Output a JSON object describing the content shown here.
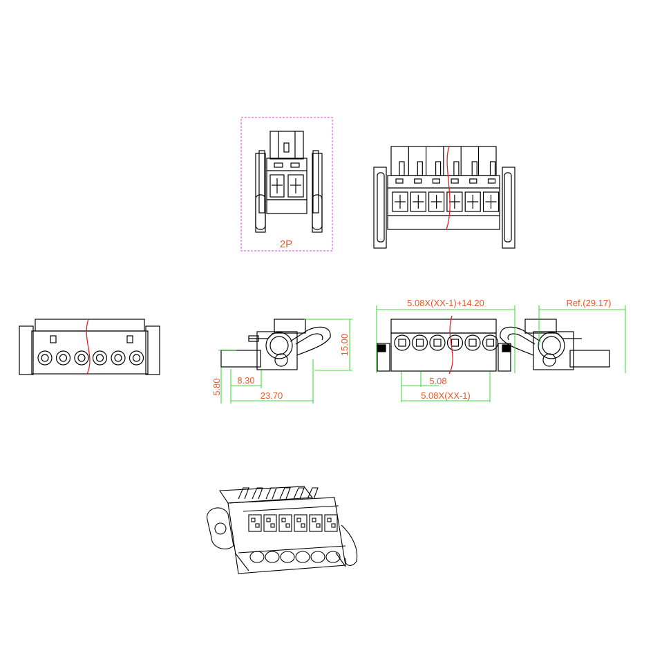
{
  "colors": {
    "outline": "#000000",
    "dimension_line": "#00cc00",
    "dimension_text": "#e05a2b",
    "break_line": "#e02020",
    "frame": "#e040e0"
  },
  "labels": {
    "two_pole": "2P"
  },
  "dimensions": {
    "total_length": "5.08X(XX-1)+14.20",
    "pitch": "5.08",
    "pitch_span": "5.08X(XX-1)",
    "reference_length": "Ref.(29.17)",
    "height": "15.00",
    "width": "23.70",
    "front_offset": "8.30",
    "pin_height": "5.80"
  }
}
